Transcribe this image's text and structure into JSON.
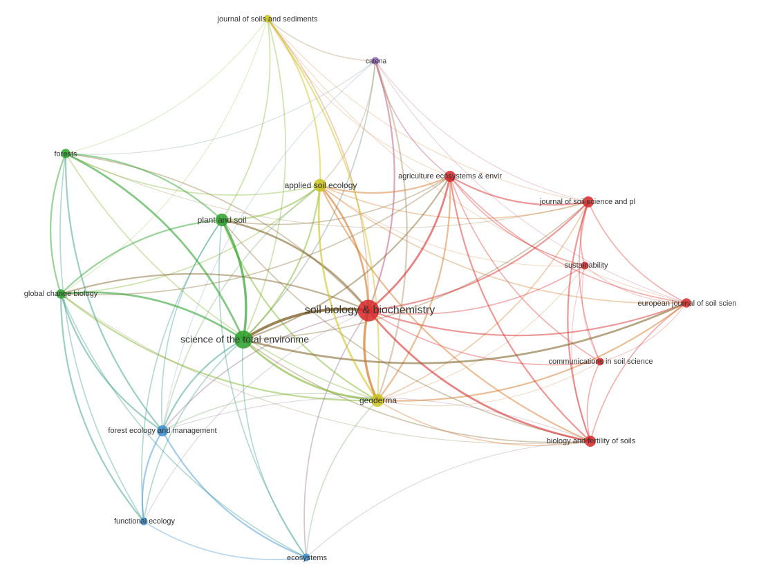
{
  "map": {
    "clusters": [
      {
        "id": "red",
        "color": "#d62728"
      },
      {
        "id": "green",
        "color": "#2ca02c"
      },
      {
        "id": "yellow",
        "color": "#c9c31f"
      },
      {
        "id": "blue",
        "color": "#3a8ed0"
      },
      {
        "id": "purple",
        "color": "#9467bd"
      }
    ],
    "nodes": [
      {
        "id": "sbb",
        "label": "soil biology & biochemistry",
        "cluster": "red",
        "weight": 10
      },
      {
        "id": "stoten",
        "label": "science of the total environme",
        "cluster": "green",
        "weight": 8
      },
      {
        "id": "plantsoil",
        "label": "plant and soil",
        "cluster": "green",
        "weight": 5
      },
      {
        "id": "forests",
        "label": "forests",
        "cluster": "green",
        "weight": 3
      },
      {
        "id": "gcb",
        "label": "global change biology",
        "cluster": "green",
        "weight": 3
      },
      {
        "id": "ase",
        "label": "applied soil ecology",
        "cluster": "yellow",
        "weight": 5
      },
      {
        "id": "geoderma",
        "label": "geoderma",
        "cluster": "yellow",
        "weight": 5
      },
      {
        "id": "jss",
        "label": "journal of soils and sediments",
        "cluster": "yellow",
        "weight": 2
      },
      {
        "id": "catena",
        "label": "catena",
        "cluster": "purple",
        "weight": 2
      },
      {
        "id": "agee",
        "label": "agriculture ecosystems & envir",
        "cluster": "red",
        "weight": 4
      },
      {
        "id": "jsspn",
        "label": "journal of soil science and pl",
        "cluster": "red",
        "weight": 4
      },
      {
        "id": "sust",
        "label": "sustainability",
        "cluster": "red",
        "weight": 2
      },
      {
        "id": "ejss",
        "label": "european journal of soil scien",
        "cluster": "red",
        "weight": 3
      },
      {
        "id": "cssp",
        "label": "communications in soil science",
        "cluster": "red",
        "weight": 2
      },
      {
        "id": "bfs",
        "label": "biology and fertility of soils",
        "cluster": "red",
        "weight": 4
      },
      {
        "id": "feco",
        "label": "forest ecology and management",
        "cluster": "blue",
        "weight": 4
      },
      {
        "id": "fecol",
        "label": "functional ecology",
        "cluster": "blue",
        "weight": 2
      },
      {
        "id": "ecos",
        "label": "ecosystems",
        "cluster": "blue",
        "weight": 2
      }
    ],
    "links": [
      {
        "source": "sbb",
        "target": "stoten",
        "strength": 6
      },
      {
        "source": "sbb",
        "target": "geoderma",
        "strength": 5
      },
      {
        "source": "sbb",
        "target": "agee",
        "strength": 4
      },
      {
        "source": "sbb",
        "target": "plantsoil",
        "strength": 4
      },
      {
        "source": "sbb",
        "target": "ase",
        "strength": 4
      },
      {
        "source": "sbb",
        "target": "bfs",
        "strength": 4
      },
      {
        "source": "sbb",
        "target": "jsspn",
        "strength": 3
      },
      {
        "source": "sbb",
        "target": "catena",
        "strength": 3
      },
      {
        "source": "sbb",
        "target": "gcb",
        "strength": 3
      },
      {
        "source": "sbb",
        "target": "ejss",
        "strength": 3
      },
      {
        "source": "sbb",
        "target": "forests",
        "strength": 2
      },
      {
        "source": "sbb",
        "target": "jss",
        "strength": 2
      },
      {
        "source": "sbb",
        "target": "sust",
        "strength": 2
      },
      {
        "source": "sbb",
        "target": "cssp",
        "strength": 2
      },
      {
        "source": "sbb",
        "target": "feco",
        "strength": 2
      },
      {
        "source": "sbb",
        "target": "ecos",
        "strength": 2
      },
      {
        "source": "sbb",
        "target": "fecol",
        "strength": 1
      },
      {
        "source": "stoten",
        "target": "plantsoil",
        "strength": 5
      },
      {
        "source": "stoten",
        "target": "ejss",
        "strength": 4
      },
      {
        "source": "stoten",
        "target": "geoderma",
        "strength": 4
      },
      {
        "source": "stoten",
        "target": "forests",
        "strength": 4
      },
      {
        "source": "stoten",
        "target": "gcb",
        "strength": 4
      },
      {
        "source": "stoten",
        "target": "ase",
        "strength": 3
      },
      {
        "source": "stoten",
        "target": "agee",
        "strength": 3
      },
      {
        "source": "stoten",
        "target": "feco",
        "strength": 3
      },
      {
        "source": "stoten",
        "target": "catena",
        "strength": 2
      },
      {
        "source": "stoten",
        "target": "jss",
        "strength": 2
      },
      {
        "source": "stoten",
        "target": "fecol",
        "strength": 2
      },
      {
        "source": "stoten",
        "target": "ecos",
        "strength": 2
      },
      {
        "source": "stoten",
        "target": "bfs",
        "strength": 2
      },
      {
        "source": "stoten",
        "target": "jsspn",
        "strength": 2
      },
      {
        "source": "plantsoil",
        "target": "forests",
        "strength": 3
      },
      {
        "source": "plantsoil",
        "target": "gcb",
        "strength": 3
      },
      {
        "source": "plantsoil",
        "target": "ase",
        "strength": 3
      },
      {
        "source": "plantsoil",
        "target": "geoderma",
        "strength": 3
      },
      {
        "source": "plantsoil",
        "target": "feco",
        "strength": 2
      },
      {
        "source": "plantsoil",
        "target": "fecol",
        "strength": 2
      },
      {
        "source": "plantsoil",
        "target": "ecos",
        "strength": 2
      },
      {
        "source": "plantsoil",
        "target": "agee",
        "strength": 2
      },
      {
        "source": "plantsoil",
        "target": "jss",
        "strength": 2
      },
      {
        "source": "plantsoil",
        "target": "bfs",
        "strength": 2
      },
      {
        "source": "forests",
        "target": "gcb",
        "strength": 3
      },
      {
        "source": "forests",
        "target": "feco",
        "strength": 3
      },
      {
        "source": "forests",
        "target": "geoderma",
        "strength": 2
      },
      {
        "source": "forests",
        "target": "ase",
        "strength": 2
      },
      {
        "source": "forests",
        "target": "jss",
        "strength": 1
      },
      {
        "source": "forests",
        "target": "catena",
        "strength": 1
      },
      {
        "source": "forests",
        "target": "jsspn",
        "strength": 1
      },
      {
        "source": "forests",
        "target": "fecol",
        "strength": 2
      },
      {
        "source": "gcb",
        "target": "geoderma",
        "strength": 3
      },
      {
        "source": "gcb",
        "target": "feco",
        "strength": 3
      },
      {
        "source": "gcb",
        "target": "fecol",
        "strength": 3
      },
      {
        "source": "gcb",
        "target": "ecos",
        "strength": 2
      },
      {
        "source": "gcb",
        "target": "ase",
        "strength": 2
      },
      {
        "source": "gcb",
        "target": "agee",
        "strength": 2
      },
      {
        "source": "gcb",
        "target": "jss",
        "strength": 1
      },
      {
        "source": "gcb",
        "target": "bfs",
        "strength": 1
      },
      {
        "source": "ase",
        "target": "geoderma",
        "strength": 4
      },
      {
        "source": "ase",
        "target": "agee",
        "strength": 3
      },
      {
        "source": "ase",
        "target": "jss",
        "strength": 3
      },
      {
        "source": "ase",
        "target": "bfs",
        "strength": 3
      },
      {
        "source": "ase",
        "target": "jsspn",
        "strength": 2
      },
      {
        "source": "ase",
        "target": "catena",
        "strength": 2
      },
      {
        "source": "ase",
        "target": "feco",
        "strength": 2
      },
      {
        "source": "ase",
        "target": "ejss",
        "strength": 2
      },
      {
        "source": "ase",
        "target": "sust",
        "strength": 1
      },
      {
        "source": "geoderma",
        "target": "jss",
        "strength": 3
      },
      {
        "source": "geoderma",
        "target": "catena",
        "strength": 3
      },
      {
        "source": "geoderma",
        "target": "agee",
        "strength": 3
      },
      {
        "source": "geoderma",
        "target": "ejss",
        "strength": 3
      },
      {
        "source": "geoderma",
        "target": "bfs",
        "strength": 2
      },
      {
        "source": "geoderma",
        "target": "jsspn",
        "strength": 2
      },
      {
        "source": "geoderma",
        "target": "feco",
        "strength": 2
      },
      {
        "source": "geoderma",
        "target": "ecos",
        "strength": 2
      },
      {
        "source": "geoderma",
        "target": "cssp",
        "strength": 1
      },
      {
        "source": "geoderma",
        "target": "sust",
        "strength": 1
      },
      {
        "source": "jss",
        "target": "catena",
        "strength": 2
      },
      {
        "source": "jss",
        "target": "agee",
        "strength": 1
      },
      {
        "source": "jss",
        "target": "jsspn",
        "strength": 1
      },
      {
        "source": "jss",
        "target": "ejss",
        "strength": 1
      },
      {
        "source": "catena",
        "target": "agee",
        "strength": 2
      },
      {
        "source": "catena",
        "target": "jsspn",
        "strength": 1
      },
      {
        "source": "catena",
        "target": "ejss",
        "strength": 1
      },
      {
        "source": "catena",
        "target": "feco",
        "strength": 1
      },
      {
        "source": "agee",
        "target": "jsspn",
        "strength": 3
      },
      {
        "source": "agee",
        "target": "bfs",
        "strength": 3
      },
      {
        "source": "agee",
        "target": "sust",
        "strength": 2
      },
      {
        "source": "agee",
        "target": "ejss",
        "strength": 2
      },
      {
        "source": "agee",
        "target": "cssp",
        "strength": 2
      },
      {
        "source": "jsspn",
        "target": "bfs",
        "strength": 3
      },
      {
        "source": "jsspn",
        "target": "sust",
        "strength": 2
      },
      {
        "source": "jsspn",
        "target": "cssp",
        "strength": 2
      },
      {
        "source": "jsspn",
        "target": "ejss",
        "strength": 2
      },
      {
        "source": "sust",
        "target": "cssp",
        "strength": 1
      },
      {
        "source": "sust",
        "target": "bfs",
        "strength": 1
      },
      {
        "source": "sust",
        "target": "ejss",
        "strength": 1
      },
      {
        "source": "cssp",
        "target": "bfs",
        "strength": 2
      },
      {
        "source": "cssp",
        "target": "ejss",
        "strength": 1
      },
      {
        "source": "ejss",
        "target": "bfs",
        "strength": 2
      },
      {
        "source": "bfs",
        "target": "feco",
        "strength": 1
      },
      {
        "source": "bfs",
        "target": "ecos",
        "strength": 1
      },
      {
        "source": "feco",
        "target": "fecol",
        "strength": 3
      },
      {
        "source": "feco",
        "target": "ecos",
        "strength": 3
      },
      {
        "source": "fecol",
        "target": "ecos",
        "strength": 2
      }
    ]
  }
}
